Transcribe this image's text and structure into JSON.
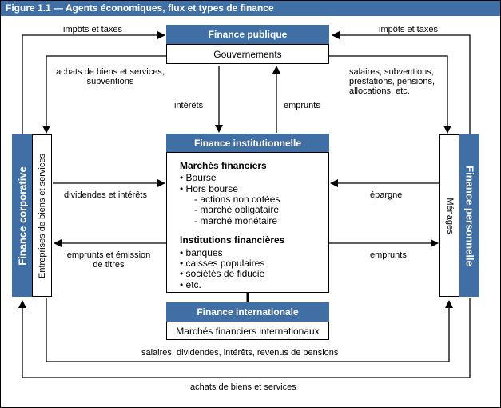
{
  "figure_title": "Figure 1.1 — Agents économiques, flux et types de finance",
  "finance_publique": {
    "title": "Finance publique",
    "sub": "Gouvernements"
  },
  "finance_institutionnelle": {
    "title": "Finance institutionnelle",
    "marches_title": "Marchés financiers",
    "marches_items": [
      "• Bourse",
      "• Hors bourse"
    ],
    "hors_bourse_items": [
      "- actions non cotées",
      "- marché obligataire",
      "- marché monétaire"
    ],
    "institutions_title": "Institutions financières",
    "institutions_items": [
      "• banques",
      "• caisses populaires",
      "• sociétés de fiducie",
      "• etc."
    ]
  },
  "finance_internationale": {
    "title": "Finance internationale",
    "sub": "Marchés financiers internationaux"
  },
  "finance_corporative": {
    "title": "Finance corporative",
    "sub": "Entreprises de biens et services"
  },
  "finance_personnelle": {
    "title": "Finance personnelle",
    "sub": "Ménages"
  },
  "flows": {
    "impots_left": "impôts et taxes",
    "impots_right": "impôts et taxes",
    "achats_gov_1": "achats de biens et services,",
    "achats_gov_2": "subventions",
    "salaires_1": "salaires, subventions,",
    "salaires_2": "prestations, pensions,",
    "salaires_3": "allocations, etc.",
    "interets": "intérêts",
    "emprunts_top": "emprunts",
    "dividendes": "dividendes et intérêts",
    "epargne": "épargne",
    "emprunts_emission_1": "emprunts et émission",
    "emprunts_emission_2": "de titres",
    "emprunts_right": "emprunts",
    "salaires_bottom": "salaires, dividendes, intérêts, revenus de pensions",
    "achats_bottom": "achats de biens et services"
  }
}
